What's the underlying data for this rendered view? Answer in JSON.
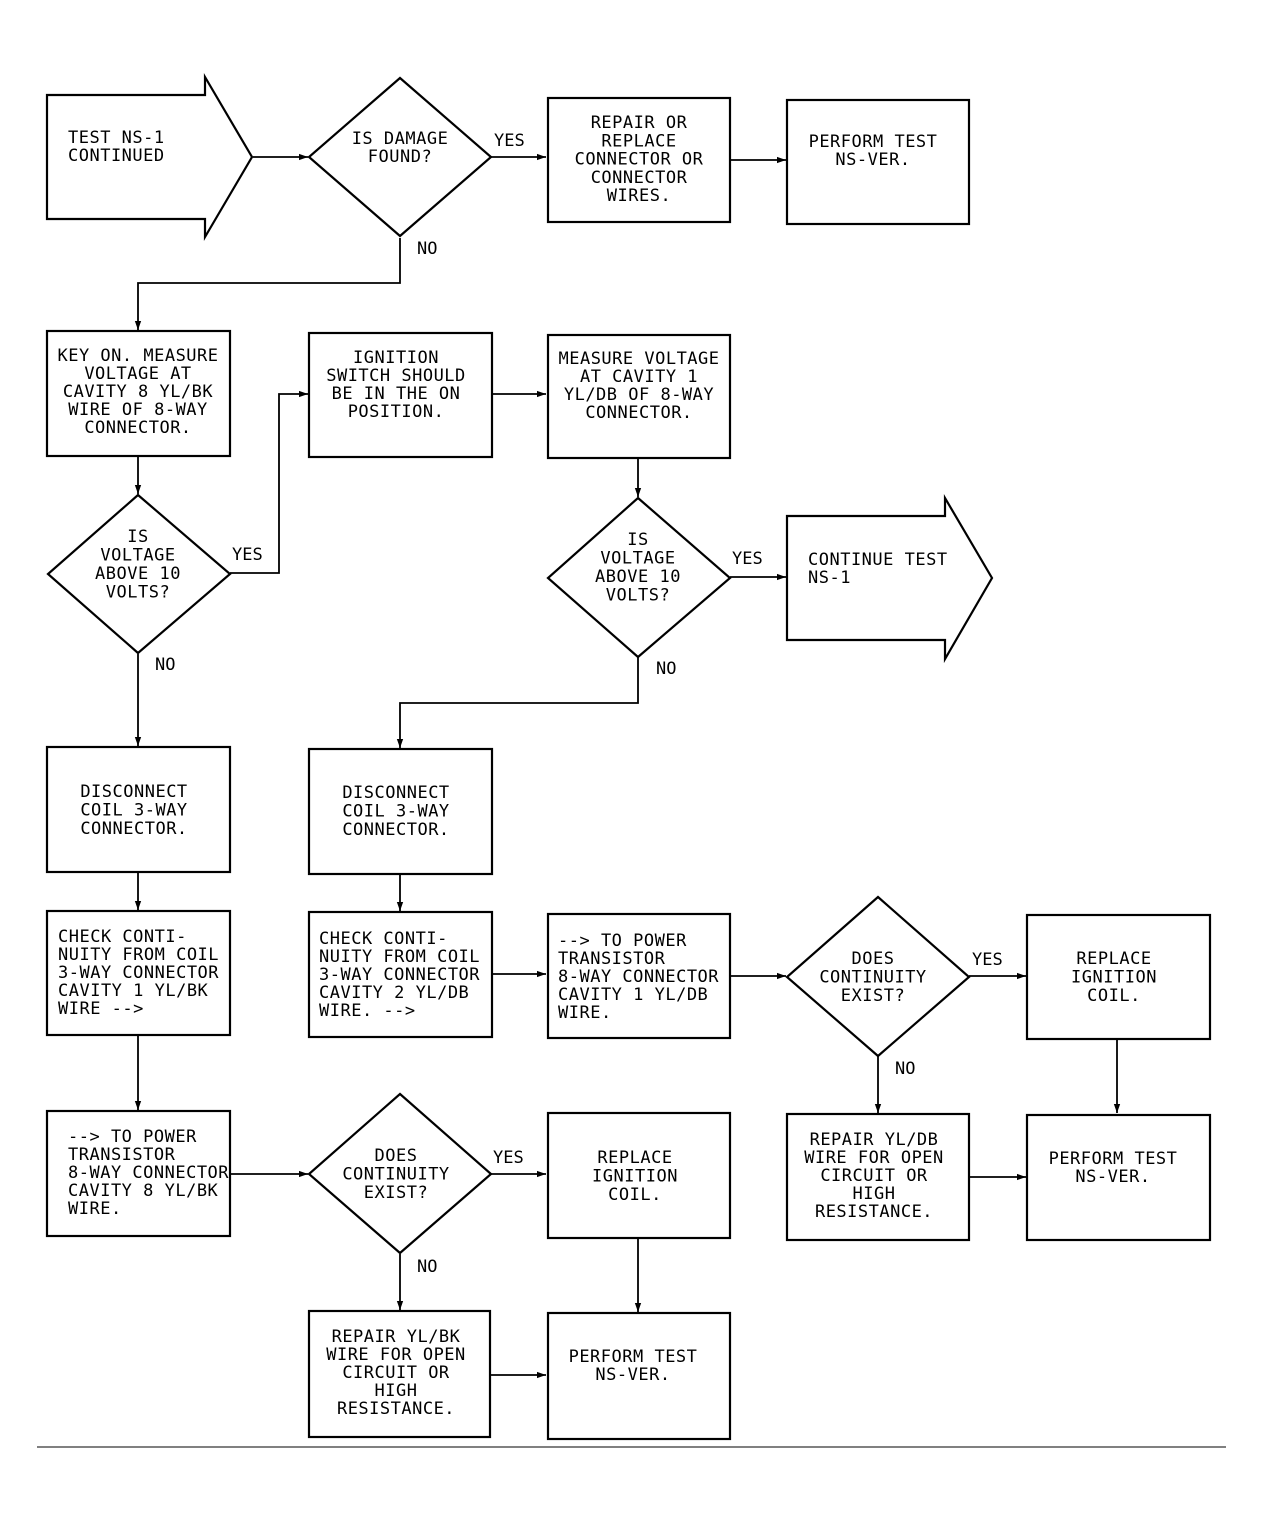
{
  "nodes": {
    "start": [
      "TEST NS-1",
      "CONTINUED"
    ],
    "damage": [
      "IS DAMAGE",
      "FOUND?"
    ],
    "repair_connector": [
      "REPAIR OR",
      "REPLACE",
      "CONNECTOR OR",
      "CONNECTOR",
      "WIRES."
    ],
    "perform_1": [
      "PERFORM TEST",
      "NS-VER."
    ],
    "key_on": [
      "KEY ON. MEASURE",
      "VOLTAGE AT",
      "CAVITY 8 YL/BK",
      "WIRE OF 8-WAY",
      "CONNECTOR."
    ],
    "ign_switch": [
      "IGNITION",
      "SWITCH SHOULD",
      "BE IN THE ON",
      "POSITION."
    ],
    "measure_c1": [
      "MEASURE VOLTAGE",
      "AT CAVITY 1",
      "YL/DB OF 8-WAY",
      "CONNECTOR."
    ],
    "volt_a": [
      "IS",
      "VOLTAGE",
      "ABOVE 10",
      "VOLTS?"
    ],
    "volt_b": [
      "IS",
      "VOLTAGE",
      "ABOVE 10",
      "VOLTS?"
    ],
    "continue": [
      "CONTINUE TEST",
      "NS-1"
    ],
    "disc_a": [
      "DISCONNECT",
      "COIL 3-WAY",
      "CONNECTOR."
    ],
    "disc_b": [
      "DISCONNECT",
      "COIL 3-WAY",
      "CONNECTOR."
    ],
    "check_a": [
      "CHECK CONTI-",
      "NUITY FROM COIL",
      "3-WAY CONNECTOR",
      "CAVITY 1 YL/BK",
      "WIRE         -->"
    ],
    "check_b": [
      "CHECK CONTI-",
      "NUITY FROM COIL",
      "3-WAY CONNECTOR",
      "CAVITY 2 YL/DB",
      "WIRE.     -->"
    ],
    "to_power_b": [
      "--> TO POWER",
      "TRANSISTOR",
      "8-WAY CONNECTOR",
      "CAVITY 1 YL/DB",
      "WIRE."
    ],
    "cont_b": [
      "DOES",
      "CONTINUITY",
      "EXIST?"
    ],
    "replace_b": [
      "REPLACE",
      "IGNITION",
      "COIL."
    ],
    "repair_b": [
      "REPAIR YL/DB",
      "WIRE FOR OPEN",
      "CIRCUIT OR",
      "HIGH",
      "RESISTANCE."
    ],
    "perform_b": [
      "PERFORM TEST",
      "NS-VER."
    ],
    "to_power_a": [
      "--> TO POWER",
      "TRANSISTOR",
      "8-WAY CONNECTOR",
      "CAVITY 8 YL/BK",
      "WIRE."
    ],
    "cont_a": [
      "DOES",
      "CONTINUITY",
      "EXIST?"
    ],
    "replace_a": [
      "REPLACE",
      "IGNITION",
      "COIL."
    ],
    "repair_a": [
      "REPAIR YL/BK",
      "WIRE FOR OPEN",
      "CIRCUIT OR",
      "HIGH",
      "RESISTANCE."
    ],
    "perform_a": [
      "PERFORM TEST",
      "NS-VER."
    ]
  },
  "labels": {
    "yes": "YES",
    "no": "NO"
  }
}
